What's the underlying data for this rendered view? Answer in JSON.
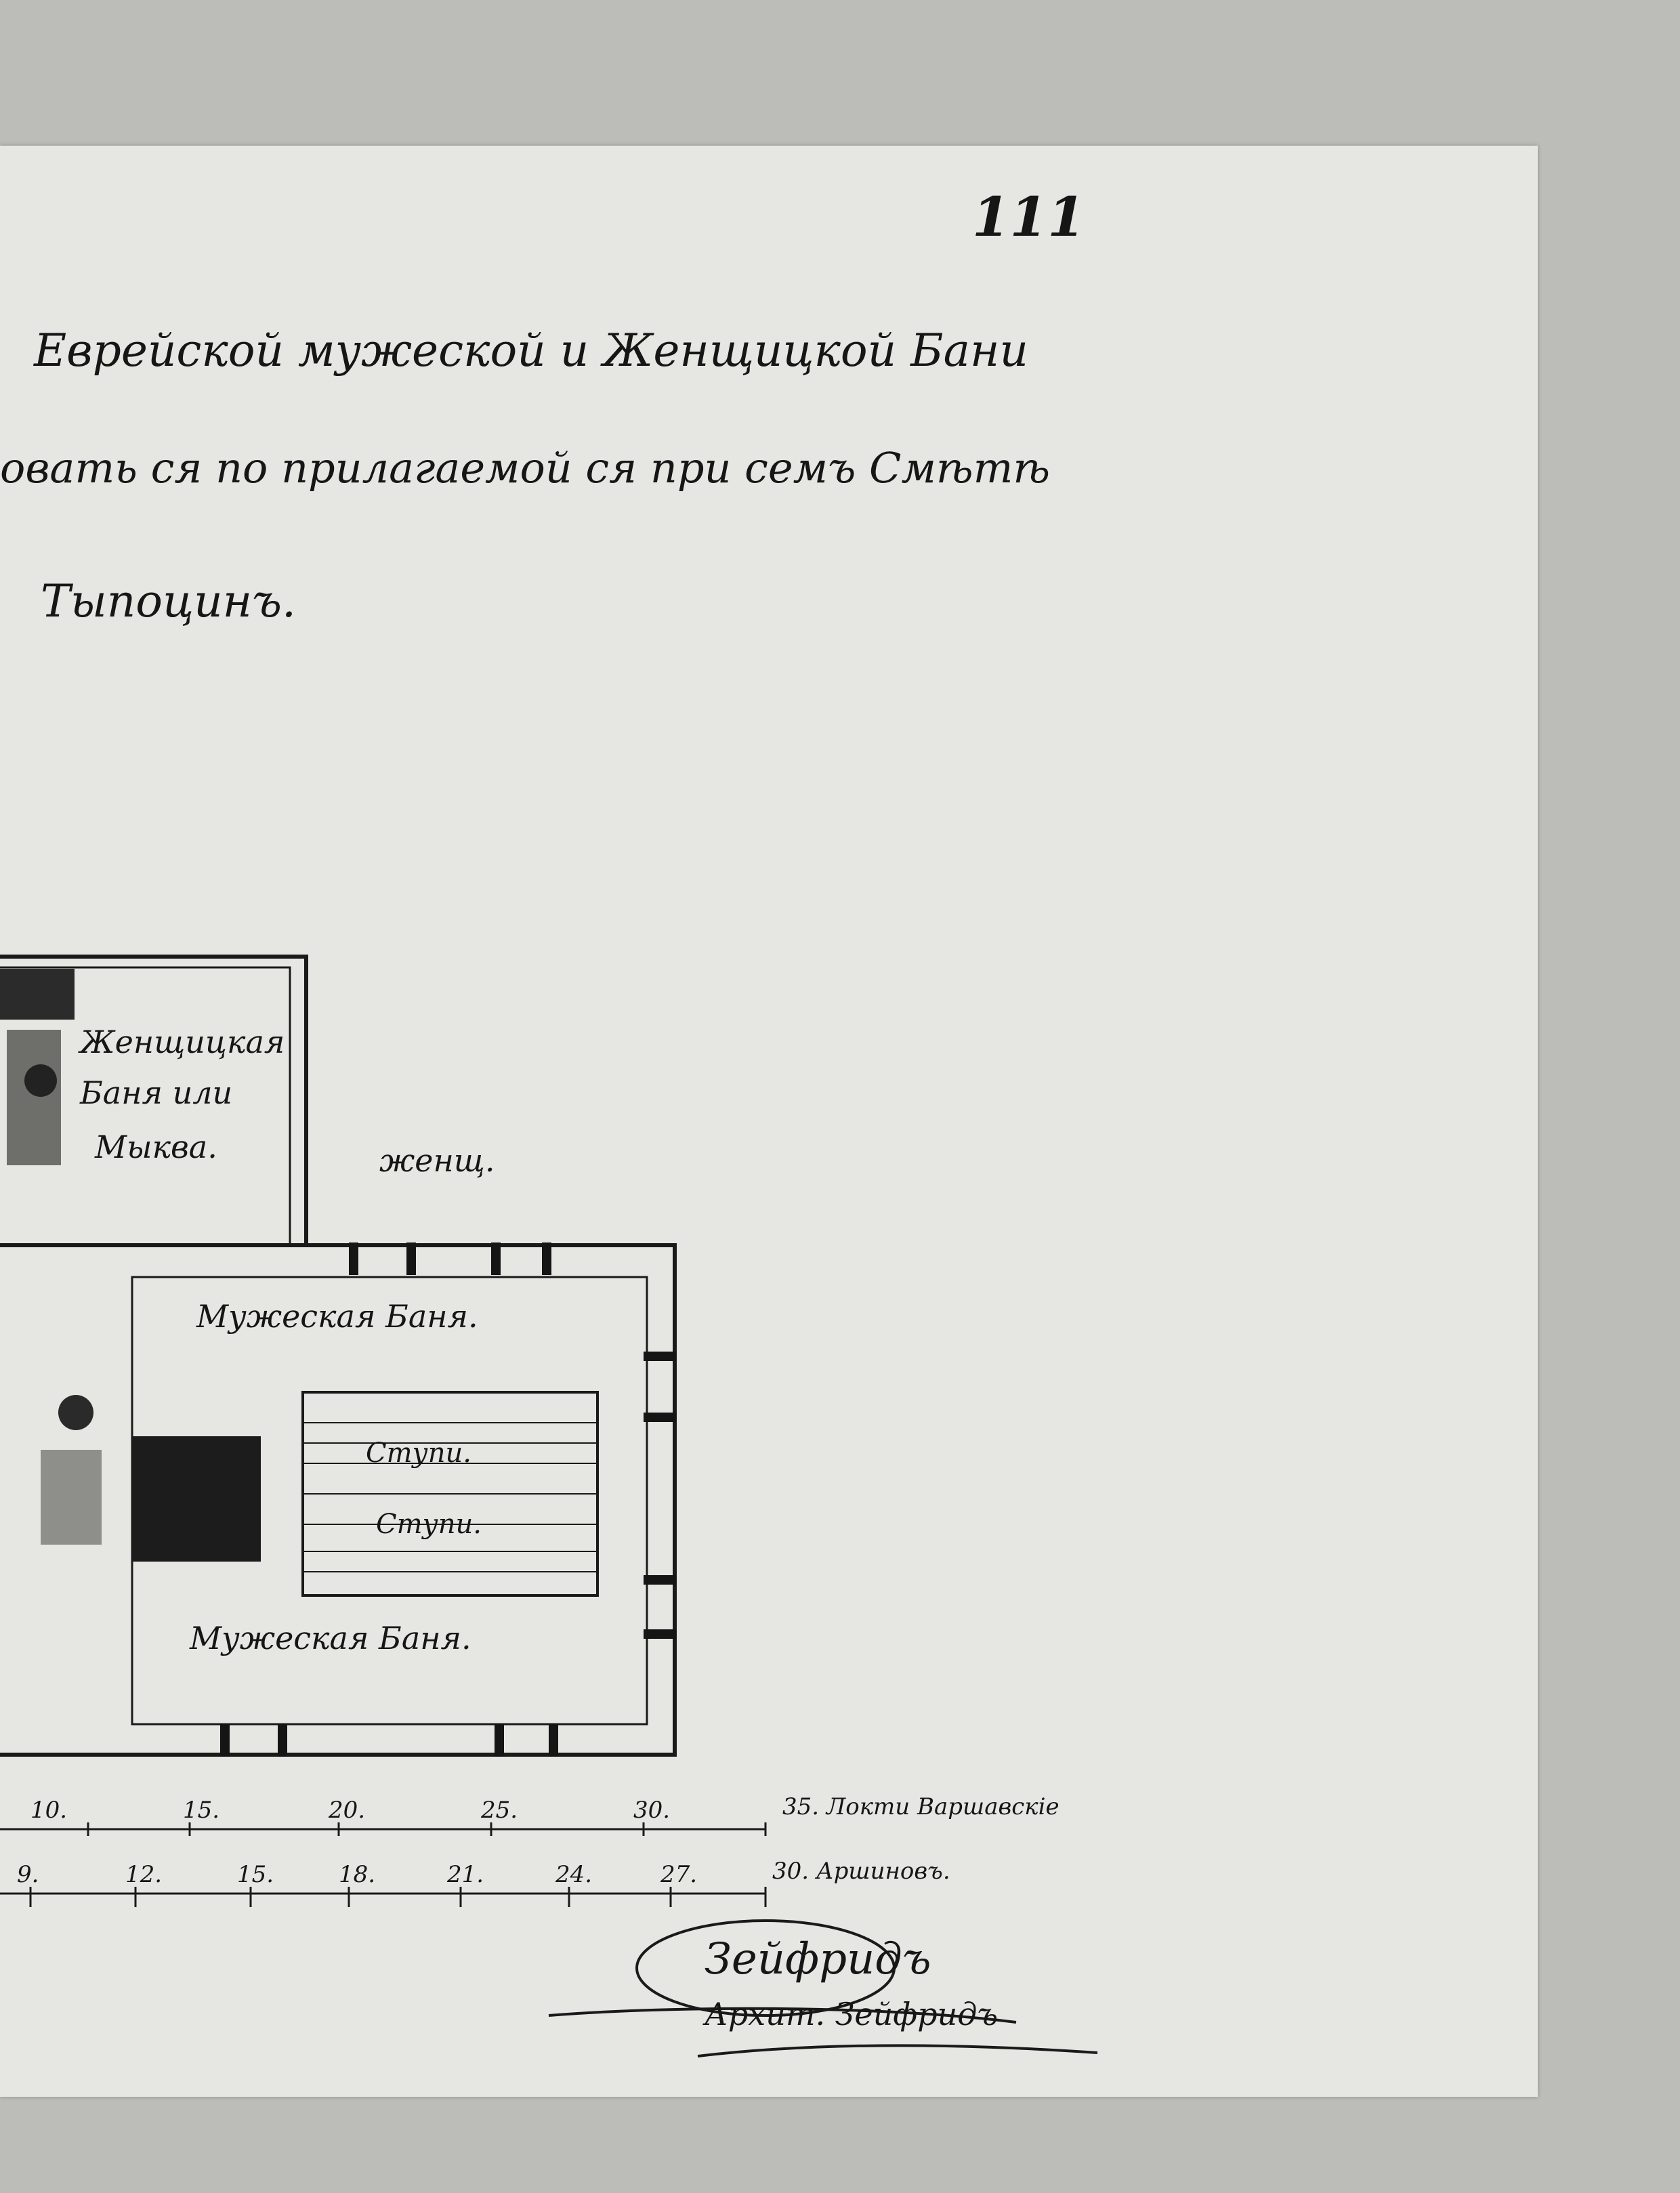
{
  "document": {
    "folio_number": "111",
    "title_line_1": "Еврейской мужеской и Женщицкой Бани",
    "title_line_2": "овать ся по прилагаемой ся при семъ Смѣтѣ",
    "title_line_3": "Тыпоцинъ."
  },
  "plan": {
    "womens_bath_label": [
      "Женщицкая",
      "Баня или",
      "Мыква."
    ],
    "side_note": "женщ.",
    "mens_bath_top_label": "Мужеская Баня.",
    "bench_upper_label": "Ступи.",
    "bench_lower_label": "Ступи.",
    "mens_bath_bottom_label": "Мужеская Баня."
  },
  "scale": {
    "upper_ticks": [
      "10.",
      "15.",
      "20.",
      "25.",
      "30."
    ],
    "upper_unit_label": "35. Локти Варшавскіе",
    "lower_ticks": [
      "9.",
      "12.",
      "15.",
      "18.",
      "21.",
      "24.",
      "27."
    ],
    "lower_unit_label": "30. Аршиновъ."
  },
  "signature": {
    "primary": "Зейфридъ",
    "secondary": "Архит. Зейфридъ"
  }
}
